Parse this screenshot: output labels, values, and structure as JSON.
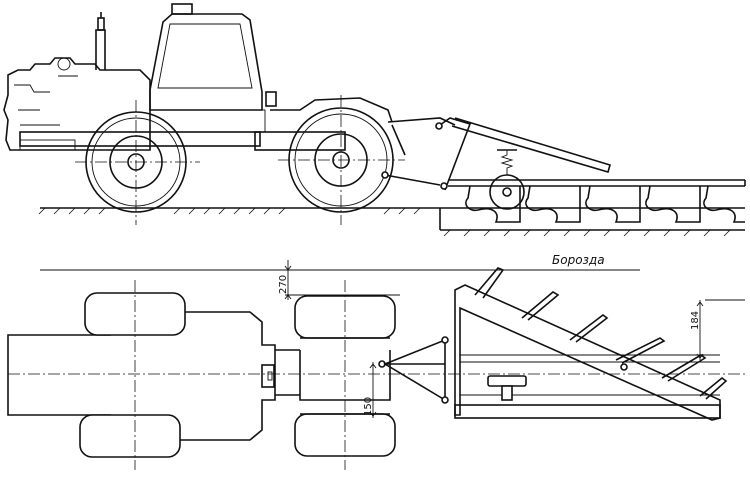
{
  "labels": {
    "furrow": "Борозда",
    "dim_270": "270",
    "dim_184": "184",
    "dim_150": "150"
  }
}
